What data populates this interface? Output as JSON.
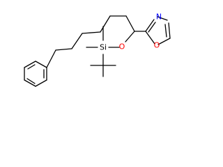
{
  "molecule": {
    "atoms": {
      "n_ring": {
        "label": "N",
        "color": "#0000ff"
      },
      "o_ring": {
        "label": "O",
        "color": "#ff0000"
      },
      "o_ether": {
        "label": "O",
        "color": "#ff0000"
      },
      "si": {
        "label": "Si",
        "color": "#000000"
      }
    }
  }
}
